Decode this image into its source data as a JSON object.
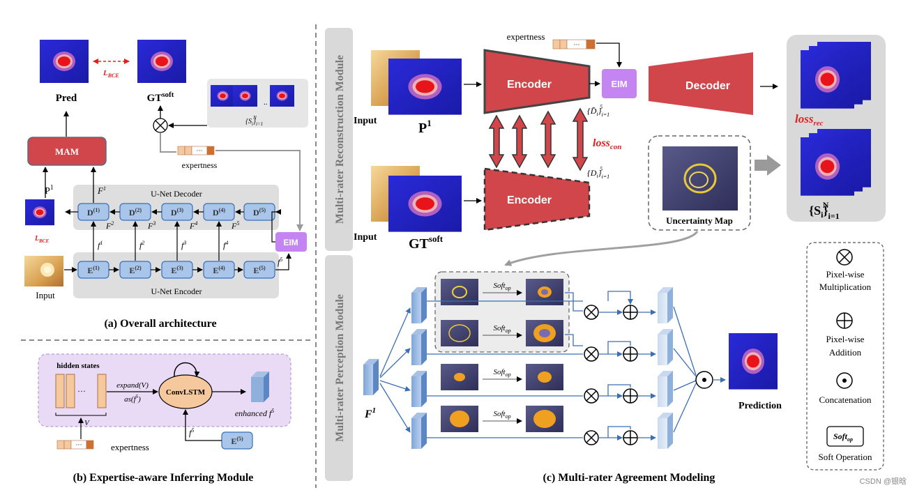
{
  "panel_a": {
    "pred": "Pred",
    "gt_soft_base": "GT",
    "gt_soft_sup": "soft",
    "l_bce_top": "L",
    "l_bce_sub": "BCE",
    "mam": "MAM",
    "p1_base": "P",
    "p1_sup": "1",
    "l_bce_left": "L",
    "l_bce_left_sub": "BCE",
    "decoder_title": "U-Net Decoder",
    "encoder_title": "U-Net Encoder",
    "d_base": "D",
    "d_sups": [
      "(1)",
      "(2)",
      "(3)",
      "(4)",
      "(5)"
    ],
    "e_base": "E",
    "e_sups": [
      "(1)",
      "(2)",
      "(3)",
      "(4)",
      "(5)"
    ],
    "F_base": "F",
    "F_sups": [
      "1",
      "2",
      "3",
      "4",
      "5"
    ],
    "f_base": "f",
    "f_sups": [
      "1",
      "2",
      "3",
      "4",
      "5"
    ],
    "eim": "EIM",
    "input": "Input",
    "expertness": "expertness",
    "si_set": "{S",
    "si_sub": "i",
    "si_range": "}",
    "si_sub2": "i=1",
    "si_sup": "N",
    "ellipsis": "..",
    "caption": "(a) Overall architecture"
  },
  "panel_b": {
    "hidden_states": "hidden states",
    "ellipsis": "···",
    "V": "V",
    "expand": "expand(V)",
    "as": "as(f",
    "as_sup": "5",
    "as_close": ")",
    "convlstm": "ConvLSTM",
    "enhanced": "enhanced f",
    "enhanced_sup": "5",
    "f5_base": "f",
    "f5_sup": "5",
    "e5_base": "E",
    "e5_sup": "(5)",
    "expertness": "expertness",
    "caption": "(b) Expertise-aware Inferring Module"
  },
  "panel_recon": {
    "side_label": "Multi-rater Reconstruction Module",
    "expertness": "expertness",
    "input_top": "Input",
    "p1_base": "P",
    "p1_sup": "1",
    "encoder_top": "Encoder",
    "eim": "EIM",
    "decoder": "Decoder",
    "dbar": "{D̄",
    "dbar_sub": "i",
    "dbar_close": "}",
    "dbar_range_sub": "i=1",
    "dbar_range_sup": "5",
    "loss_con_base": "loss",
    "loss_con_sub": "con",
    "d_set": "{D",
    "d_sub": "i",
    "d_close": "}",
    "d_range_sub": "i=1",
    "d_range_sup": "5",
    "input_bottom": "Input",
    "gt_base": "GT",
    "gt_sup": "soft",
    "encoder_bottom": "Encoder",
    "uncertainty_map": "Uncertainty Map",
    "loss_rec_base": "loss",
    "loss_rec_sub": "rec",
    "si_set": "{S",
    "si_sub": "i",
    "si_close": "}",
    "si_range_sub": "i=1",
    "si_range_sup": "N"
  },
  "panel_perc": {
    "side_label": "Multi-rater Perception Module",
    "F1_base": "F",
    "F1_sup": "1",
    "soft_base": "Soft",
    "soft_sub": "op",
    "prediction": "Prediction",
    "caption": "(c) Multi-rater Agreement Modeling"
  },
  "legend": {
    "mult_label1": "Pixel-wise",
    "mult_label2": "Multiplication",
    "add_label1": "Pixel-wise",
    "add_label2": "Addition",
    "concat_label": "Concatenation",
    "soft_icon_base": "Soft",
    "soft_icon_sub": "op",
    "soft_label": "Soft Operation"
  },
  "watermark": "CSDN @银晗",
  "colors": {
    "encoder_red": "#d0464b",
    "eim_purple": "#c485f2",
    "block_blue": "#a9c6ea",
    "mam_red": "#d0464b",
    "gray_panel": "#dedede",
    "lavender": "#e9dbf5",
    "orange": "#f6c89e",
    "loss_red": "#e02020"
  }
}
